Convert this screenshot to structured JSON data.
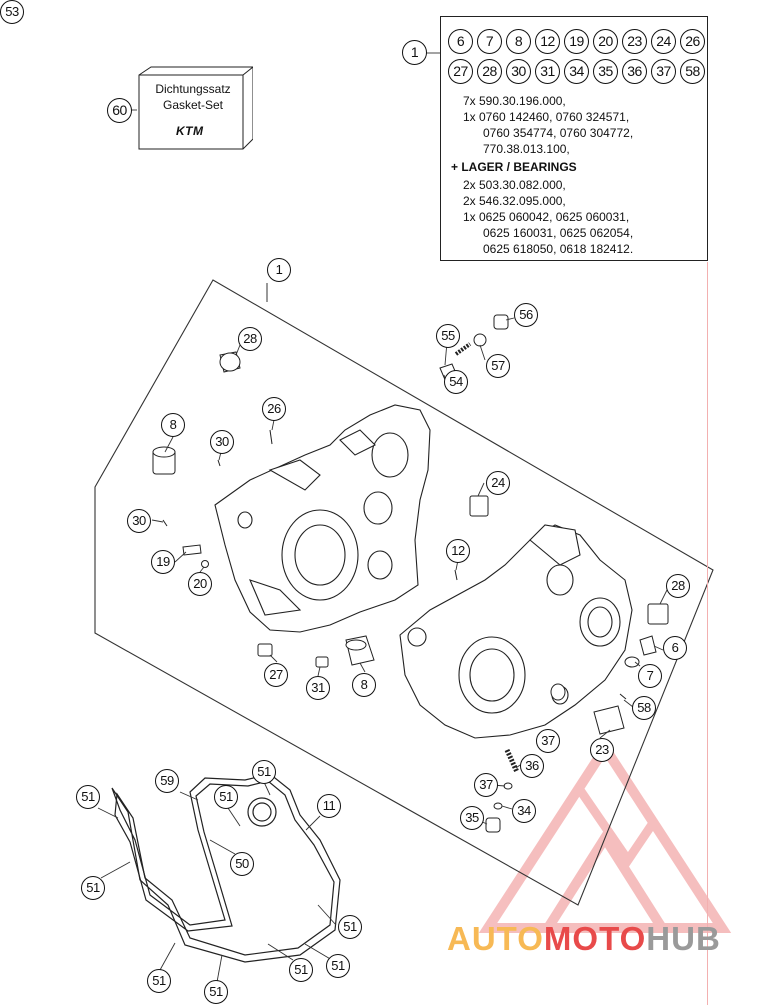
{
  "kit": {
    "callout": "60",
    "line1": "Dichtungssatz",
    "line2": "Gasket-Set",
    "logo": "KTM"
  },
  "parts_box": {
    "callout": "1",
    "row1": [
      "6",
      "7",
      "8",
      "12",
      "19",
      "20",
      "23",
      "24",
      "26"
    ],
    "row2": [
      "27",
      "28",
      "30",
      "31",
      "34",
      "35",
      "36",
      "37",
      "58"
    ],
    "lines": [
      "7x 590.30.196.000,",
      "1x 0760 142460, 0760 324571,",
      "0760 354774, 0760 304772,",
      "770.38.013.100,",
      "+ LAGER / BEARINGS",
      "2x 503.30.082.000,",
      "2x 546.32.095.000,",
      "1x 0625 060042, 0625 060031,",
      "0625 160031, 0625 062054,",
      "0625 618050, 0618 182412."
    ]
  },
  "callouts": [
    "1",
    "28",
    "8",
    "26",
    "30",
    "30",
    "19",
    "20",
    "12",
    "24",
    "55",
    "56",
    "57",
    "54",
    "28",
    "6",
    "7",
    "58",
    "27",
    "31",
    "8",
    "37",
    "23",
    "36",
    "37",
    "34",
    "35",
    "59",
    "51",
    "51",
    "11",
    "51",
    "50",
    "51",
    "51",
    "51",
    "51",
    "51",
    "51",
    "53"
  ],
  "watermark": {
    "part1": "AUTO",
    "part2": "MOTO",
    "part3": "HUB",
    "color_orange": "#f7b955",
    "color_red": "#e84a4a",
    "color_grey": "#9a9a9a"
  }
}
